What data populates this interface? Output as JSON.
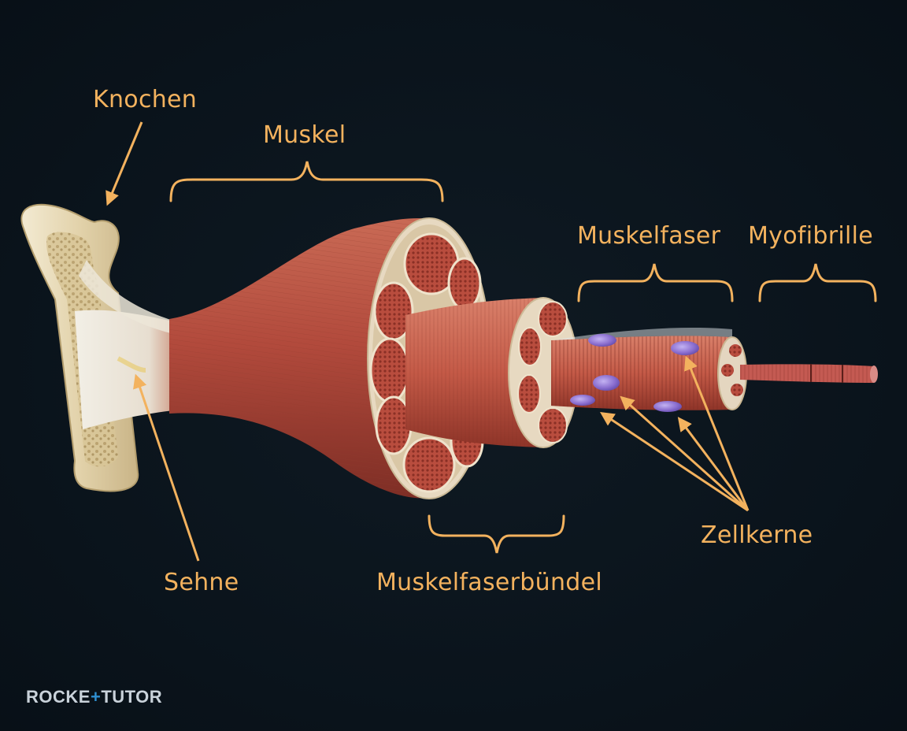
{
  "labels": {
    "knochen": "Knochen",
    "muskel": "Muskel",
    "muskelfaser": "Muskelfaser",
    "myofibrille": "Myofibrille",
    "zellkerne": "Zellkerne",
    "sehne": "Sehne",
    "muskelfaserbundel": "Muskelfaserbündel"
  },
  "logo": {
    "left": "ROCKE",
    "right": "TUTOR",
    "plus_color": "#2f8fd0"
  },
  "colors": {
    "label": "#f3b25e",
    "background": "#0b141c",
    "bone": "#e8dcbc",
    "muscle": "#b24a3c",
    "nucleus": "#8b6fd0"
  }
}
